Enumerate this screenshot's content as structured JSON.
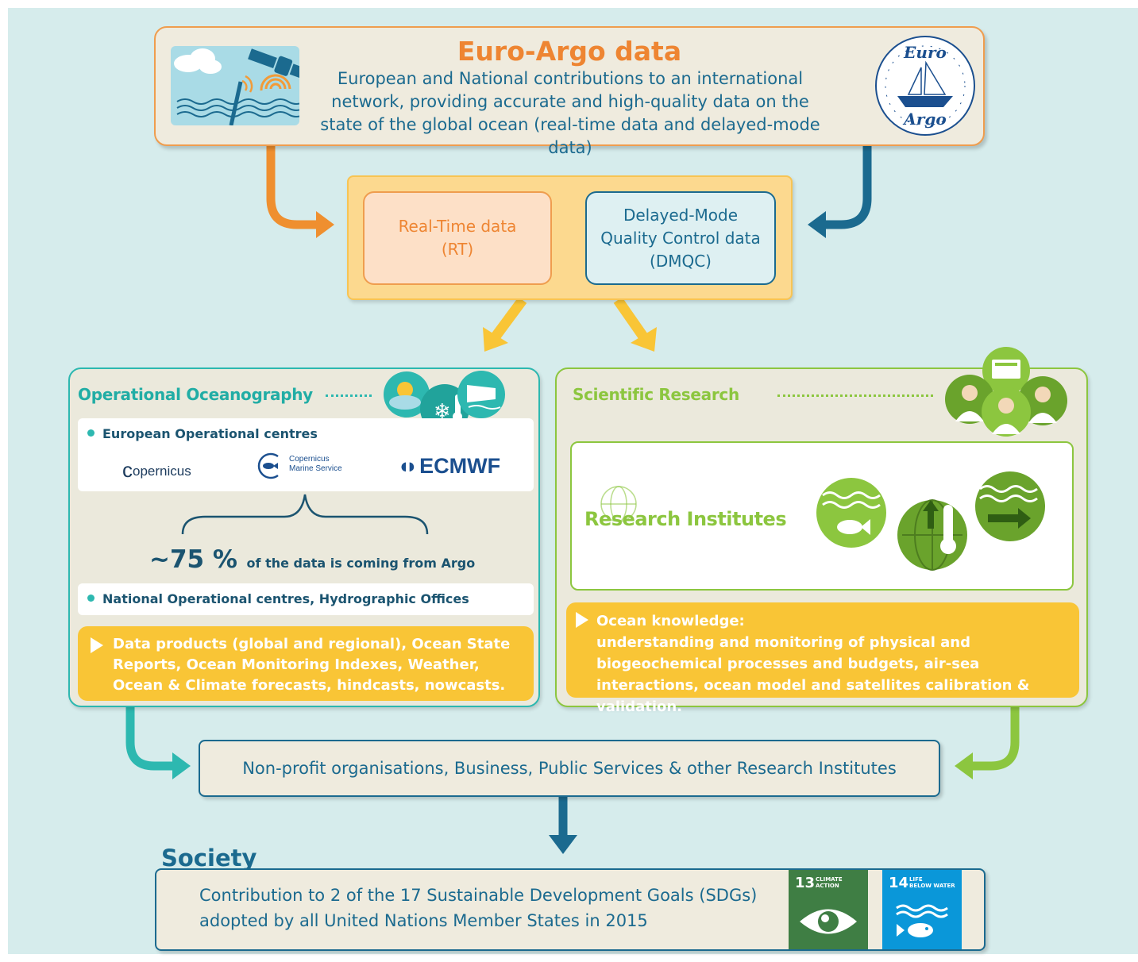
{
  "header": {
    "title": "Euro-Argo data",
    "description": "European and National contributions to an international network, providing accurate and high-quality data on the state of the global ocean (real-time data and delayed-mode data)",
    "logo_text_top": "Euro",
    "logo_text_bottom": "Argo"
  },
  "data_types": {
    "rt_line1": "Real-Time data",
    "rt_line2": "(RT)",
    "dmqc_line1": "Delayed-Mode",
    "dmqc_line2": "Quality Control data",
    "dmqc_line3": "(DMQC)"
  },
  "operational": {
    "title": "Operational Oceanography",
    "european_centres": "European Operational centres",
    "logos": {
      "copernicus": "opernicus",
      "copernicus_c": "c",
      "cmems_line1": "Copernicus",
      "cmems_line2": "Marine Service",
      "ecmwf": "ECMWF"
    },
    "percent": "~75 %",
    "percent_text": "of the data is coming from Argo",
    "national_centres": "National Operational centres, Hydrographic Offices",
    "products": "Data products (global and regional), Ocean State Reports, Ocean Monitoring Indexes, Weather, Ocean & Climate forecasts, hindcasts, nowcasts."
  },
  "scientific": {
    "title": "Scientific Research",
    "institutes": "Research Institutes",
    "knowledge_title": "Ocean knowledge:",
    "knowledge_text": "understanding and monitoring of physical and biogeochemical processes and budgets, air-sea interactions, ocean model and satellites calibration & validation."
  },
  "partners": {
    "text": "Non-profit organisations, Business, Public Services & other Research Institutes"
  },
  "society": {
    "title": "Society",
    "text": "Contribution to 2 of the 17 Sustainable Development Goals (SDGs) adopted by all United Nations Member States in 2015",
    "sdg13": {
      "number": "13",
      "label1": "CLIMATE",
      "label2": "ACTION",
      "color": "#3f7e44"
    },
    "sdg14": {
      "number": "14",
      "label1": "LIFE",
      "label2": "BELOW WATER",
      "color": "#0a97d9"
    }
  },
  "colors": {
    "orange": "#ee8532",
    "blue": "#1b6a8f",
    "teal": "#2db8b0",
    "green": "#8cc63f",
    "yellow": "#f9c536",
    "background": "#d6ecec"
  }
}
